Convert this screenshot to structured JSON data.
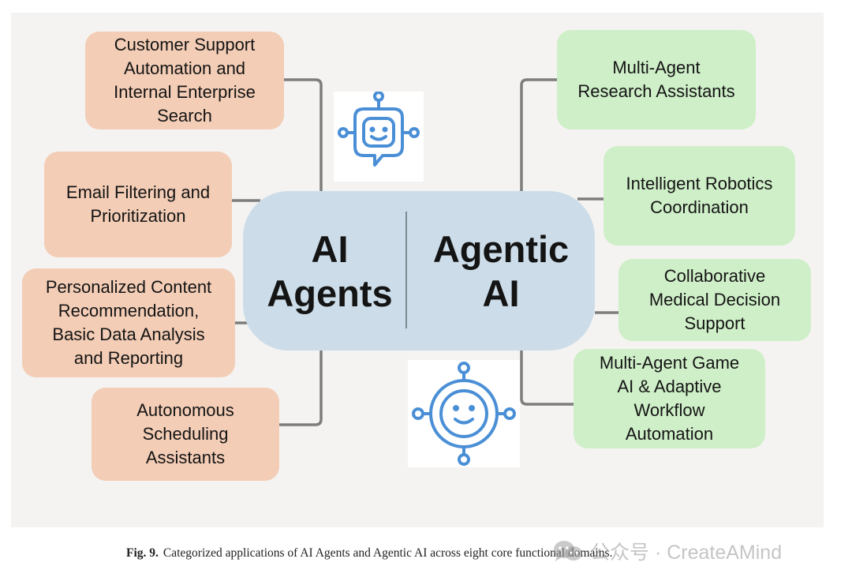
{
  "hub": {
    "left_title": "AI\nAgents",
    "right_title": "Agentic\nAI"
  },
  "left_domains": [
    "Customer Support\nAutomation and\nInternal Enterprise\nSearch",
    "Email Filtering and\nPrioritization",
    "Personalized Content\nRecommendation,\nBasic Data Analysis\nand Reporting",
    "Autonomous\nScheduling\nAssistants"
  ],
  "right_domains": [
    "Multi-Agent\nResearch Assistants",
    "Intelligent Robotics\nCoordination",
    "Collaborative\nMedical Decision\nSupport",
    "Multi-Agent Game\nAI & Adaptive\nWorkflow\nAutomation"
  ],
  "icons": {
    "top": "robot-chat-bubble-icon",
    "bottom": "network-smiley-icon",
    "watermark": "wechat-icon"
  },
  "caption": {
    "label": "Fig. 9.",
    "text": "Categorized applications of AI Agents and Agentic AI across eight core functional domains."
  },
  "watermark": {
    "text": "公众号 · CreateAMind"
  },
  "colors": {
    "left_box": "#f3cdb6",
    "right_box": "#cfefc8",
    "hub": "#ccdde9",
    "icon_stroke": "#4a8fd6",
    "connector": "#7d7d7d"
  }
}
